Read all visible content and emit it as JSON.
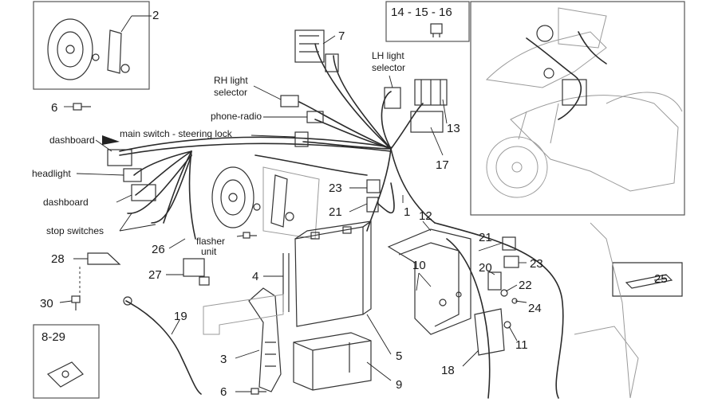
{
  "labels": {
    "n2": "2",
    "n6a": "6",
    "n6b": "6",
    "n7": "7",
    "inset_range": "14 - 15 - 16",
    "n13": "13",
    "n17": "17",
    "n23a": "23",
    "n23b": "23",
    "n21a": "21",
    "n21b": "21",
    "n1": "1",
    "n12": "12",
    "n10": "10",
    "n20": "20",
    "n22": "22",
    "n24": "24",
    "n11": "11",
    "n18": "18",
    "n25": "25",
    "n26": "26",
    "n27": "27",
    "n28": "28",
    "n30": "30",
    "n4": "4",
    "n3": "3",
    "n5": "5",
    "n9": "9",
    "n19": "19",
    "inset_829": "8-29",
    "rh_light_selector_1": "RH light",
    "rh_light_selector_2": "selector",
    "lh_light_selector_1": "LH light",
    "lh_light_selector_2": "selector",
    "phone_radio": "phone-radio",
    "main_switch": "main switch - steering lock",
    "dashboard_top": "dashboard",
    "headlight": "headlight",
    "dashboard_bottom": "dashboard",
    "stop_switches": "stop switches",
    "flasher_1": "flasher",
    "flasher_2": "unit"
  }
}
